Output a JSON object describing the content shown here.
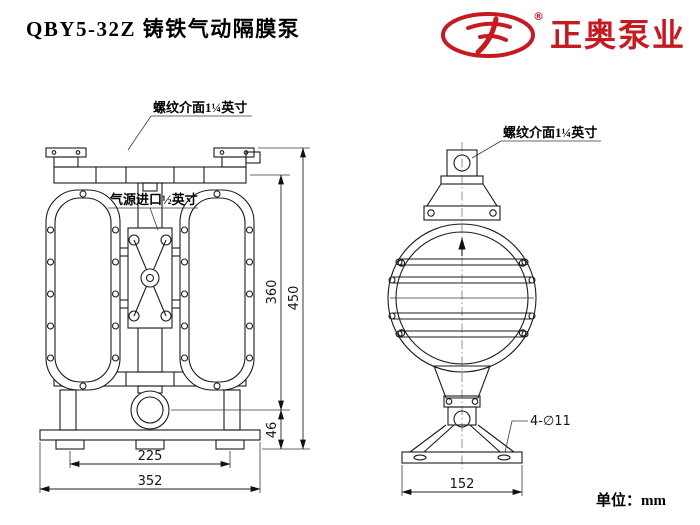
{
  "page": {
    "title": "QBY5-32Z 铸铁气动隔膜泵",
    "unit_label": "单位：mm"
  },
  "logo": {
    "brand": "正奥泵业",
    "registered": "®",
    "brand_color": "#c41a20"
  },
  "labels": {
    "front_thread": "螺纹介面1¼英寸",
    "front_air_inlet": "气源进口½英寸",
    "side_thread": "螺纹介面1¼英寸",
    "side_holes": "4-∅11"
  },
  "dimensions": {
    "front": {
      "height_total": "450",
      "height_ports": "360",
      "base_to_port": "46",
      "width_feet": "225",
      "width_total": "352"
    },
    "side": {
      "width_base": "152"
    }
  }
}
